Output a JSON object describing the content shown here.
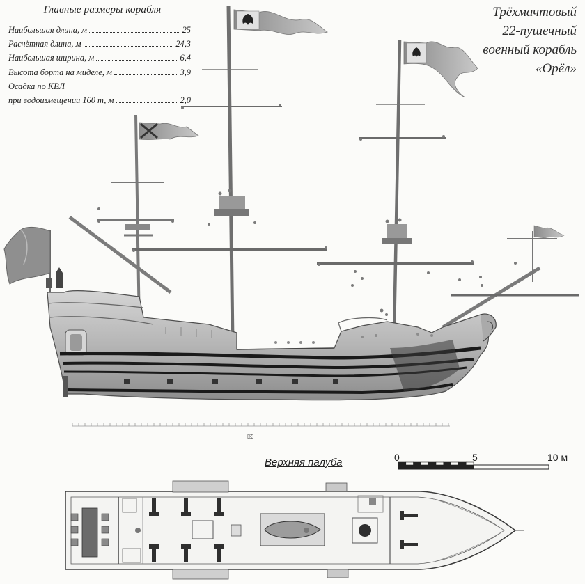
{
  "specs": {
    "title": "Главные размеры корабля",
    "rows": [
      {
        "label": "Наибольшая длина, м",
        "value": "25"
      },
      {
        "label": "Расчётная длина, м",
        "value": "24,3"
      },
      {
        "label": "Наибольшая ширина, м",
        "value": "6,4"
      },
      {
        "label": "Высота борта на миделе, м",
        "value": "3,9"
      },
      {
        "label": "Осадка по КВЛ",
        "value": ""
      },
      {
        "label": "при водоизмещении 160 т, м",
        "value": "2,0"
      }
    ]
  },
  "title": {
    "line1": "Трёхмачтовый",
    "line2": "22-пушечный",
    "line3": "военный корабль",
    "line4": "«Орёл»"
  },
  "deck": {
    "label": "Верхняя палуба"
  },
  "scale": {
    "mark0": "0",
    "mark5": "5",
    "mark10": "10 м"
  },
  "colors": {
    "ink": "#2b2b2b",
    "hull": "#b9b9b9",
    "hull_dark": "#5a5a5a",
    "stripe": "#151515",
    "mast": "#8a8a8a",
    "flag": "#9a9a9a",
    "paper": "#fbfbf9"
  }
}
